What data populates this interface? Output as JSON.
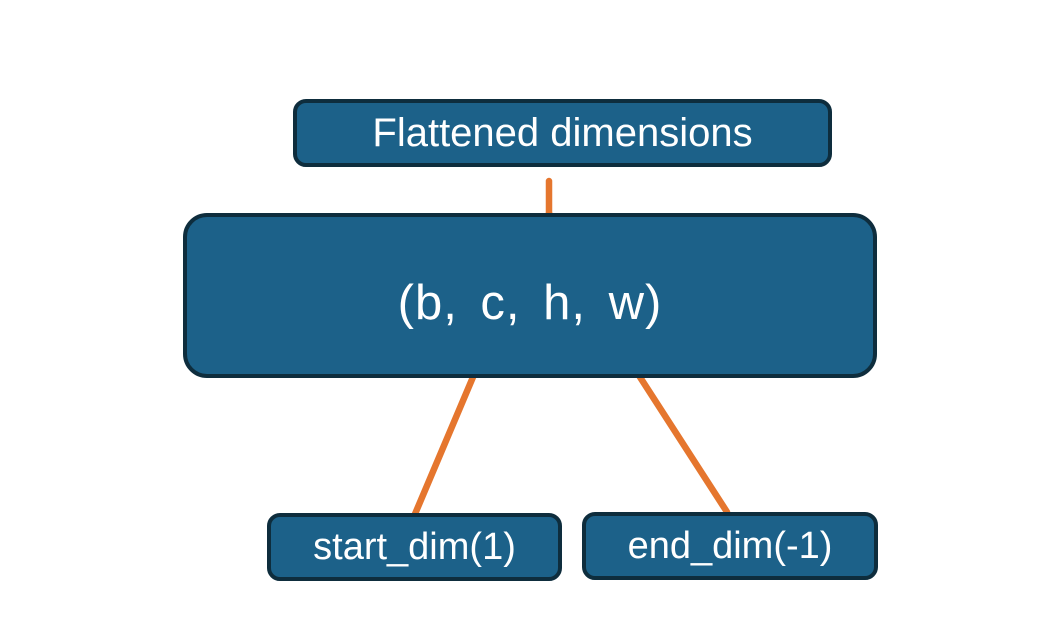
{
  "diagram": {
    "title_box": {
      "label": "Flattened dimensions"
    },
    "tensor_box": {
      "label": "(b, c, h, w)"
    },
    "param_boxes": [
      {
        "label": "start_dim(1)"
      },
      {
        "label": "end_dim(-1)"
      }
    ],
    "colors": {
      "box_fill": "#1c6189",
      "box_border": "#0e2d3d",
      "connector": "#e5762e",
      "label_text": "#ffffff",
      "background": "#ffffff"
    }
  }
}
